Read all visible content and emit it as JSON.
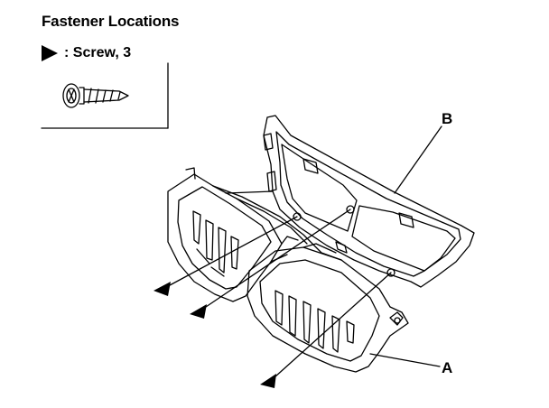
{
  "header": {
    "title": "Fastener Locations"
  },
  "legend": {
    "marker_icon": "filled-triangle-arrow-icon",
    "label": ": Screw, 3"
  },
  "callouts": {
    "part_a": "A",
    "part_b": "B"
  },
  "colors": {
    "line": "#000000",
    "background": "#ffffff"
  }
}
